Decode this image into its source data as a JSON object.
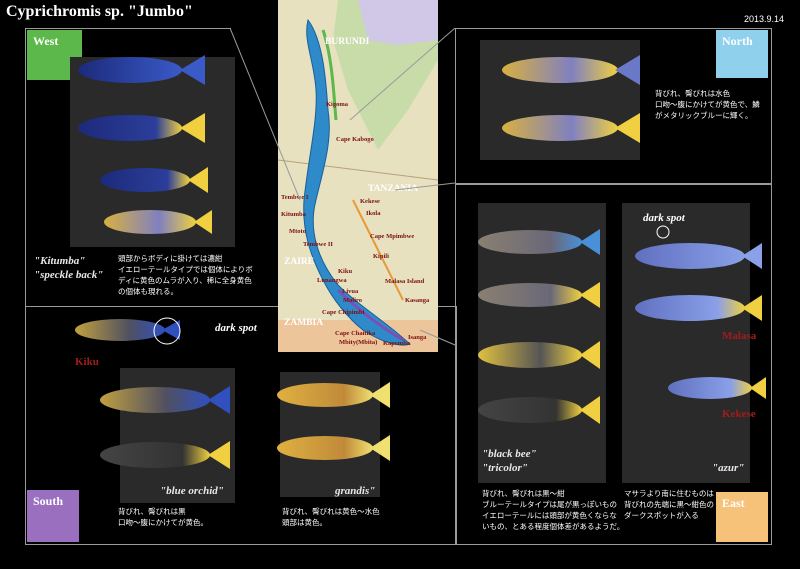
{
  "header": {
    "title": "Cyprichromis sp. \"Jumbo\"",
    "date": "2013.9.14"
  },
  "regions": {
    "west": {
      "label": "West",
      "color": "#5cb84a"
    },
    "north": {
      "label": "North",
      "color": "#8fd0ec"
    },
    "south": {
      "label": "South",
      "color": "#9a6fc0"
    },
    "east": {
      "label": "East",
      "color": "#f6c27a"
    }
  },
  "map": {
    "countries": {
      "burundi": "BURUNDI",
      "tanzania": "TANZANIA",
      "zaire": "ZAIRE",
      "zambia": "ZAMBIA"
    },
    "places": {
      "kigoma": "Kigoma",
      "cape_kabogo": "Cape Kabogo",
      "tembwe1": "Tembwe I",
      "kitumba": "Kitumba",
      "mtoto": "Mtoto",
      "tembwe2": "Tembwe II",
      "kekese": "Kekese",
      "ikola": "Ikola",
      "cape_mpimbwe": "Cape Mpimbwe",
      "kipili": "Kipili",
      "kiku": "Kiku",
      "lunangwa": "Lunangwa",
      "malasa_island": "Malasa Island",
      "livua": "Livua",
      "moliro": "Moliro",
      "kasanga": "Kasanga",
      "cape_chipimbi": "Cape Chipimbi",
      "cape_chaitika": "Cape Chaitika",
      "mbity": "Mbity(Mbita)",
      "isanga": "Isanga",
      "kapemba": "Kapemba"
    }
  },
  "west": {
    "variants": [
      "\"Kitumba\"",
      "\"speckle back\""
    ],
    "note": [
      "頭部からボディに掛けては濃紺",
      "イエローテールタイプでは個体によりボ",
      "ディに黄色のムラが入り、稀に全身黄色",
      "の個体も現れる。"
    ]
  },
  "north": {
    "note": [
      "背びれ、臀びれは水色",
      "口吻～腹にかけてが黄色で、鱗",
      "がメタリックブルーに輝く。"
    ]
  },
  "south": {
    "dark_spot": "dark spot",
    "location": "Kiku",
    "blue_orchid": "\"blue orchid\"",
    "grandis": "grandis\"",
    "note_left": [
      "背びれ、臀びれは黒",
      "口吻～腹にかけてが黄色。"
    ],
    "note_right": [
      "背びれ、臀びれは黄色～水色",
      "頭部は黄色。"
    ]
  },
  "east": {
    "dark_spot": "dark spot",
    "malasa": "Malasa",
    "kekese": "Kekese",
    "black_bee": "\"black bee\"",
    "tricolor": "\"tricolor\"",
    "azur": "\"azur\"",
    "note_left": [
      "背びれ、臀びれは黒～紺",
      "ブルーテールタイプは尾が黒っぽいもの",
      "イエローテールには頭部が黄色くならな",
      "いもの、とある程度個体差があるようだ。"
    ],
    "note_right": [
      "マサラより南に住むものは",
      "背びれの先端に黒～紺色の",
      "ダークスポットが入る"
    ]
  }
}
